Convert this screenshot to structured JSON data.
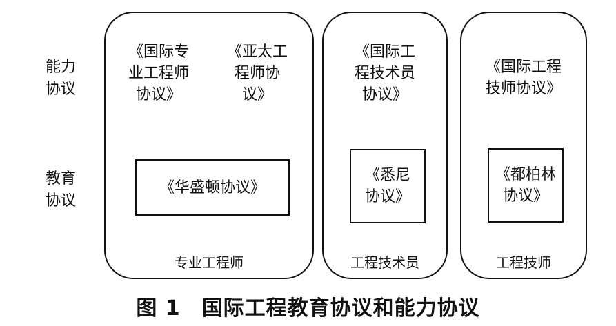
{
  "row_labels": {
    "competency": "能力\n协议",
    "education": "教育\n协议"
  },
  "groups": {
    "professional_engineer": {
      "label": "专业工程师",
      "competency_1": "《国际专\n业工程师\n协议》",
      "competency_2": "《亚太工\n程师协\n议》",
      "education": "《华盛顿协议》"
    },
    "engineering_technologist": {
      "label": "工程技术员",
      "competency": "《国际工\n程技术员\n协议》",
      "education": "《悉尼\n协议》"
    },
    "engineering_technician": {
      "label": "工程技师",
      "competency": "《国际工程\n技师协议》",
      "education": "《都柏林\n协议》"
    }
  },
  "caption": "图 1　国际工程教育协议和能力协议"
}
